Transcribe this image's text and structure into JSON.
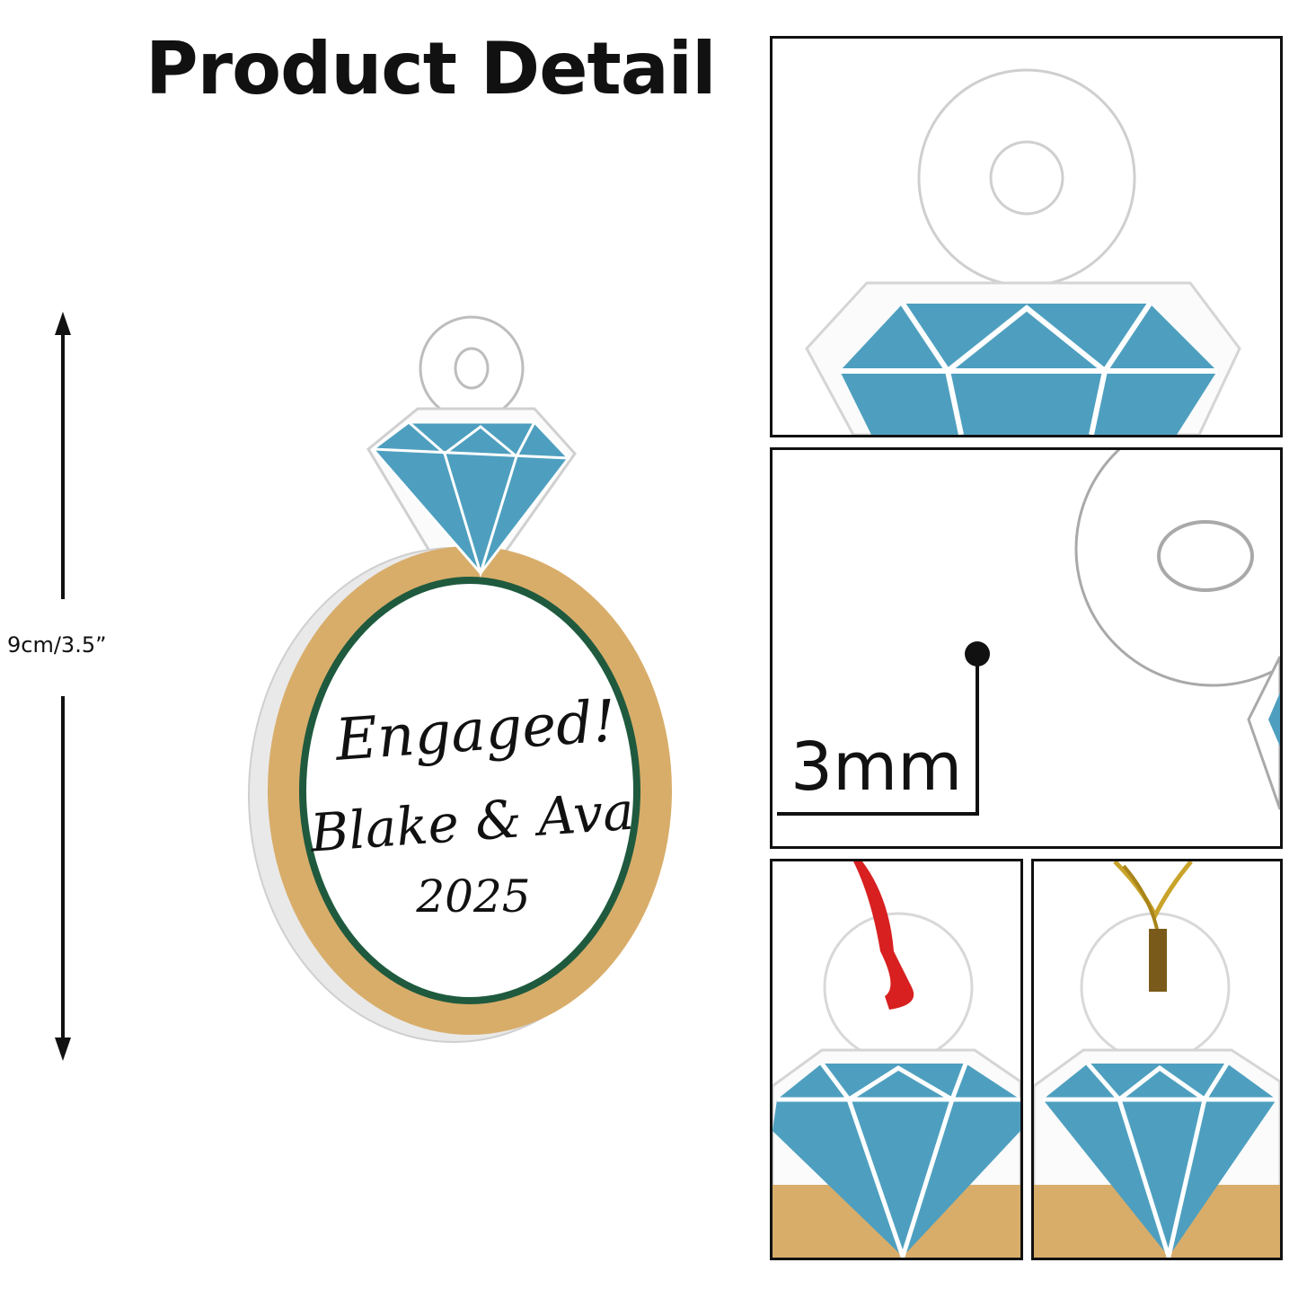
{
  "page": {
    "title": "Product Detail"
  },
  "dimension": {
    "label": "9cm/3.5”"
  },
  "ornament": {
    "line1": "Engaged!",
    "line2": "Blake & Ava",
    "line3": "2025"
  },
  "thickness": {
    "label": "3mm"
  },
  "colors": {
    "gem": "#4e9fbf",
    "gold": "#d8ad6a",
    "ring_border": "#1f5a3e",
    "ribbon_red": "#d82020",
    "cord_gold": "#c9a32a"
  },
  "icons": [
    "double-arrow-icon",
    "diamond-icon",
    "ring-hole-icon",
    "ribbon-icon",
    "gold-cord-icon"
  ]
}
